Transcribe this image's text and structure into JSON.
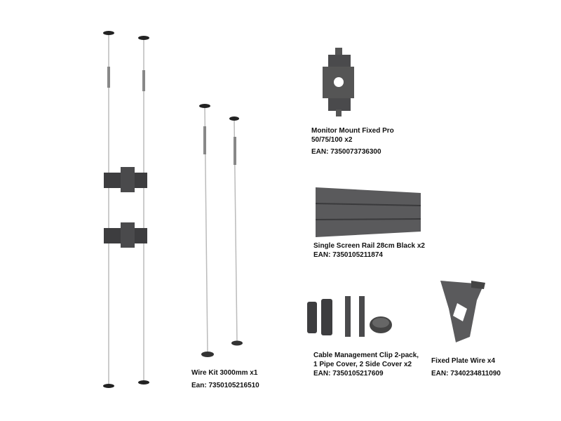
{
  "items": [
    {
      "name_line1": "Monitor Mount Fixed Pro",
      "name_line2": "50/75/100 x2",
      "ean": "EAN: 7350073736300"
    },
    {
      "name_line1": "Single Screen Rail 28cm Black x2",
      "ean": "EAN: 7350105211874"
    },
    {
      "name_line1": "Wire Kit 3000mm x1",
      "ean": "Ean: 7350105216510"
    },
    {
      "name_line1": "Cable Management Clip 2-pack,",
      "name_line2": "1 Pipe Cover, 2 Side Cover x2",
      "ean": "EAN: 7350105217609"
    },
    {
      "name_line1": "Fixed Plate Wire x4",
      "ean": "EAN: 7340234811090"
    }
  ],
  "colors": {
    "metal": "#4a4a4c",
    "wire": "#b8b8b8"
  }
}
